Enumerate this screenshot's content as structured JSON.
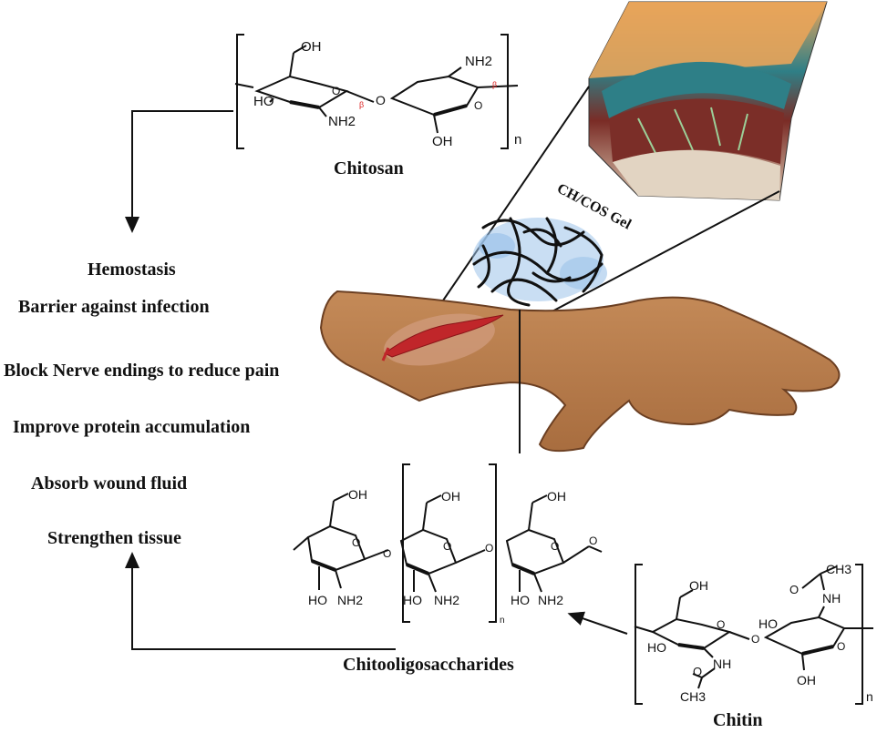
{
  "compounds": {
    "chitosan": {
      "name": "Chitosan",
      "atoms": {
        "oh_top": "OH",
        "ho_left": "HO",
        "nh2_bottom": "NH2",
        "nh2_top": "NH2",
        "oh_bottom": "OH",
        "n": "n"
      },
      "bond_marks": [
        "β",
        "β"
      ]
    },
    "chitooligosaccharides": {
      "name": "Chitooligosaccharides",
      "atoms": {
        "oh": "OH",
        "ho": "HO",
        "nh2": "NH2",
        "n": "n"
      }
    },
    "chitin": {
      "name": "Chitin",
      "atoms": {
        "oh": "OH",
        "ho": "HO",
        "nh": "NH",
        "ch3": "CH3",
        "o": "O",
        "n": "n"
      }
    }
  },
  "gel_label": "CH/COS Gel",
  "benefits": [
    "Hemostasis",
    "Barrier against infection",
    "Block Nerve endings to reduce pain",
    "Improve protein accumulation",
    "Absorb wound fluid",
    "Strengthen tissue"
  ],
  "colors": {
    "skin": "#b97e4e",
    "skin_outline": "#6b3f22",
    "wound": "#c0262a",
    "gel_blue": "#9dc3ea",
    "tissue_teal": "#2d7d84",
    "tissue_orange": "#e49a48",
    "text": "#111111"
  }
}
